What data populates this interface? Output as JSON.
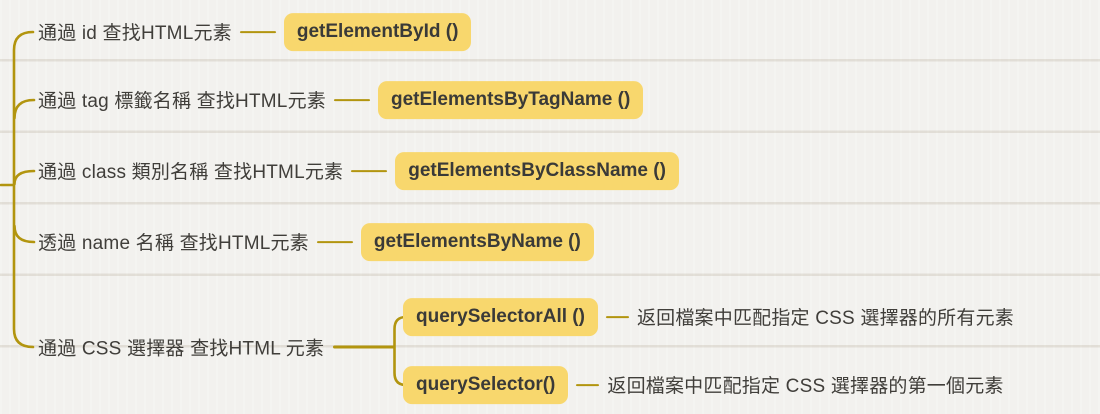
{
  "palette": {
    "paper": "#f2f1ee",
    "connector": "#b2950f",
    "highlight": "#f8d76d",
    "text": "#403e3a",
    "method_text": "#3a3a38"
  },
  "mindmap": {
    "branches": [
      {
        "label": "通過 id 查找HTML元素",
        "method": "getElementById ()"
      },
      {
        "label": "通過 tag 標籤名稱 查找HTML元素",
        "method": "getElementsByTagName ()"
      },
      {
        "label": "通過 class 類別名稱 查找HTML元素",
        "method": "getElementsByClassName ()"
      },
      {
        "label": "透過 name 名稱 查找HTML元素",
        "method": "getElementsByName ()"
      },
      {
        "label": "通過 CSS 選擇器 查找HTML 元素",
        "children": [
          {
            "method": "querySelectorAll ()",
            "description": "返回檔案中匹配指定 CSS 選擇器的所有元素"
          },
          {
            "method": "querySelector()",
            "description": "返回檔案中匹配指定 CSS 選擇器的第一個元素"
          }
        ]
      }
    ]
  }
}
